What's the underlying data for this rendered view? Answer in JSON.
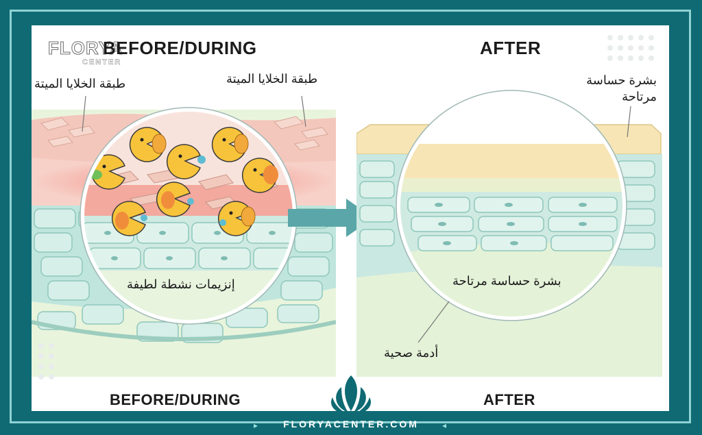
{
  "brand": {
    "name": "FLORYA",
    "sub": "CENTER",
    "footer_url": "FLORYACENTER.COM"
  },
  "left": {
    "title_top": "BEFORE/DURING",
    "title_bottom": "BEFORE/DURING",
    "label_dead_cells_left": "طبقة الخلايا الميتة",
    "label_dead_cells_right": "طبقة الخلايا الميتة",
    "label_enzymes": "إنزيمات نشطة لطيفة"
  },
  "right": {
    "title_top": "AFTER",
    "title_bottom": "AFTER",
    "label_sensitive_skin_top": "بشرة حساسة\nمرتاحة",
    "label_sensitive_skin_circle": "بشرة حساسة مرتاحة",
    "label_healthy_dermis": "أدمة صحية"
  },
  "colors": {
    "frame": "#0f6a73",
    "arrow": "#5aa6a8",
    "dead_cells": "#f1c4b8",
    "inflamed": "#f08a80",
    "epidermis": "#bfe5dd",
    "dermis": "#e4f2d8",
    "soothed_top": "#f7e5b5"
  }
}
